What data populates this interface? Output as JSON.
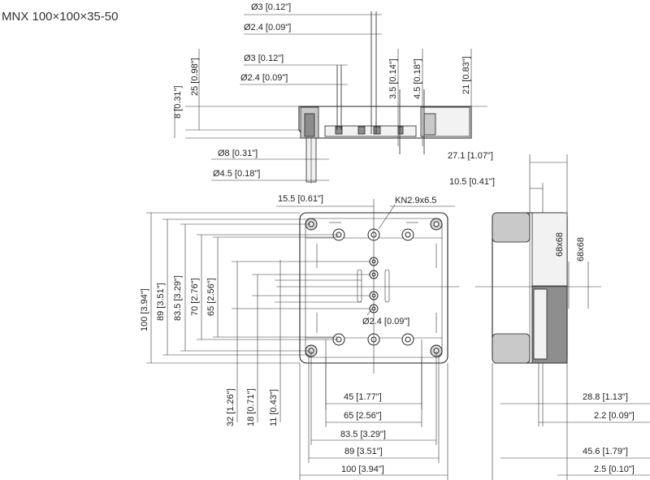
{
  "title": "MNX 100×100×35-50",
  "dims": {
    "top_d3": "Ø3 [0.12\"]",
    "top_d24": "Ø2.4 [0.09\"]",
    "mid_d3": "Ø3 [0.12\"]",
    "mid_d24": "Ø2.4 [0.09\"]",
    "h8": "8 [0.31\"]",
    "h25": "25 [0.98\"]",
    "h35": "3.5 [0.14\"]",
    "h45": "4.5 [0.18\"]",
    "h21": "21 [0.83\"]",
    "d8": "Ø8 [0.31\"]",
    "d45": "Ø4.5 [0.18\"]",
    "w271": "27.1 [1.07\"]",
    "w105": "10.5 [0.41\"]",
    "w155": "15.5 [0.61\"]",
    "kn": "KN2.9x6.5",
    "v100": "100 [3.94\"]",
    "v89": "89 [3.51\"]",
    "v835": "83.5 [3.29\"]",
    "v70": "70 [2.76\"]",
    "v65": "65 [2.56\"]",
    "v32": "32 [1.26\"]",
    "v18": "18 [0.71\"]",
    "v11": "11 [0.43\"]",
    "d24c": "Ø2.4 [0.09\"]",
    "h45b": "45 [1.77\"]",
    "h65b": "65 [2.56\"]",
    "h835b": "83.5 [3.29\"]",
    "h89b": "89 [3.51\"]",
    "h100b": "100 [3.94\"]",
    "sq1": "68x68",
    "sq2": "68x68",
    "w288": "28.8 [1.13\"]",
    "w22": "2.2 [0.09\"]",
    "w456": "45.6 [1.79\"]",
    "w25": "2.5 [0.10\"]"
  }
}
